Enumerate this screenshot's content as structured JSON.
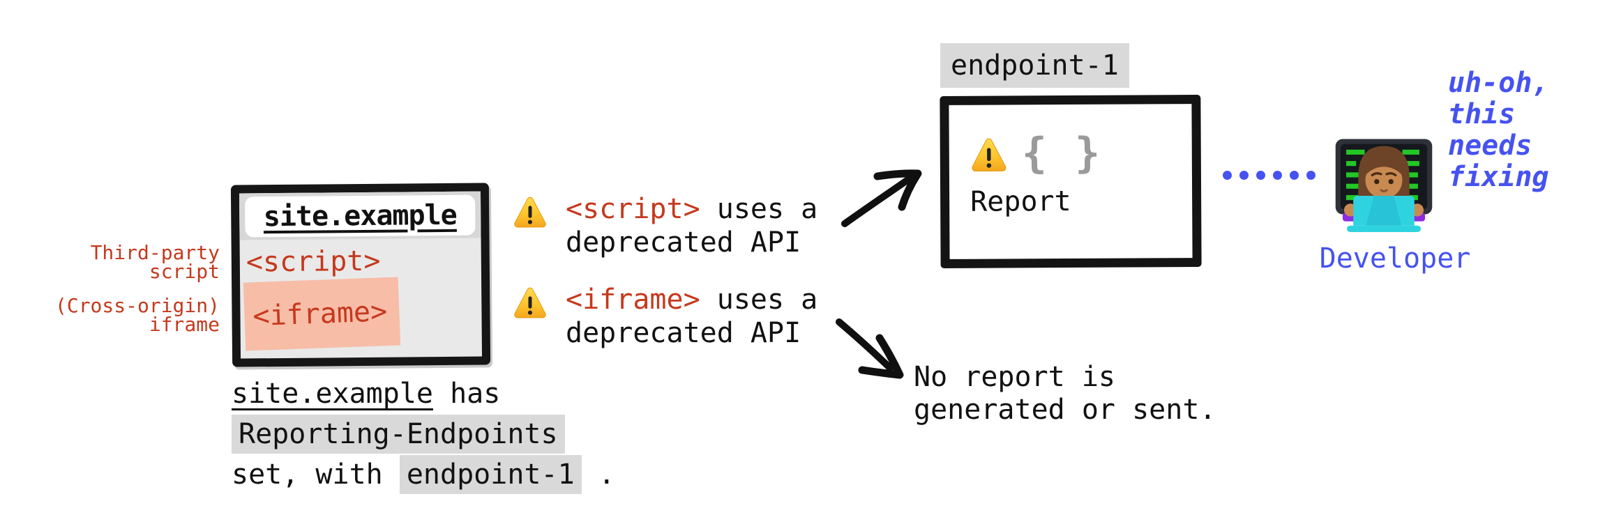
{
  "colors": {
    "code_red": "#c5391d",
    "accent_blue": "#4652f0",
    "highlight_gray": "#d9d9d9",
    "iframe_salmon": "#f7bda7",
    "sketch_black": "#141414"
  },
  "site_window": {
    "url": "site.example",
    "script_tag": "<script>",
    "iframe_tag": "<iframe>",
    "script_side_label": "Third-party\nscript",
    "iframe_side_label": "(Cross-origin)\niframe"
  },
  "caption": {
    "site": "site.example",
    "after_site": " has",
    "header_name": "Reporting-Endpoints",
    "line3_before": "set, with",
    "endpoint_name": "endpoint-1",
    "line3_after": "."
  },
  "warnings": [
    {
      "tag": "<script>",
      "after_tag": " uses a",
      "line2": "deprecated API"
    },
    {
      "tag": "<iframe>",
      "after_tag": " uses a",
      "line2": "deprecated API"
    }
  ],
  "endpoint": {
    "label": "endpoint-1",
    "braces": "{ }",
    "report_label": "Report"
  },
  "no_report": "No report is\ngenerated or sent.",
  "developer": {
    "label": "Developer",
    "thought": "uh-oh,\nthis\nneeds\nfixing"
  },
  "icons": {
    "warning": "warning-triangle",
    "developer": "woman-technologist-at-computer",
    "report_braces": "json-braces"
  }
}
